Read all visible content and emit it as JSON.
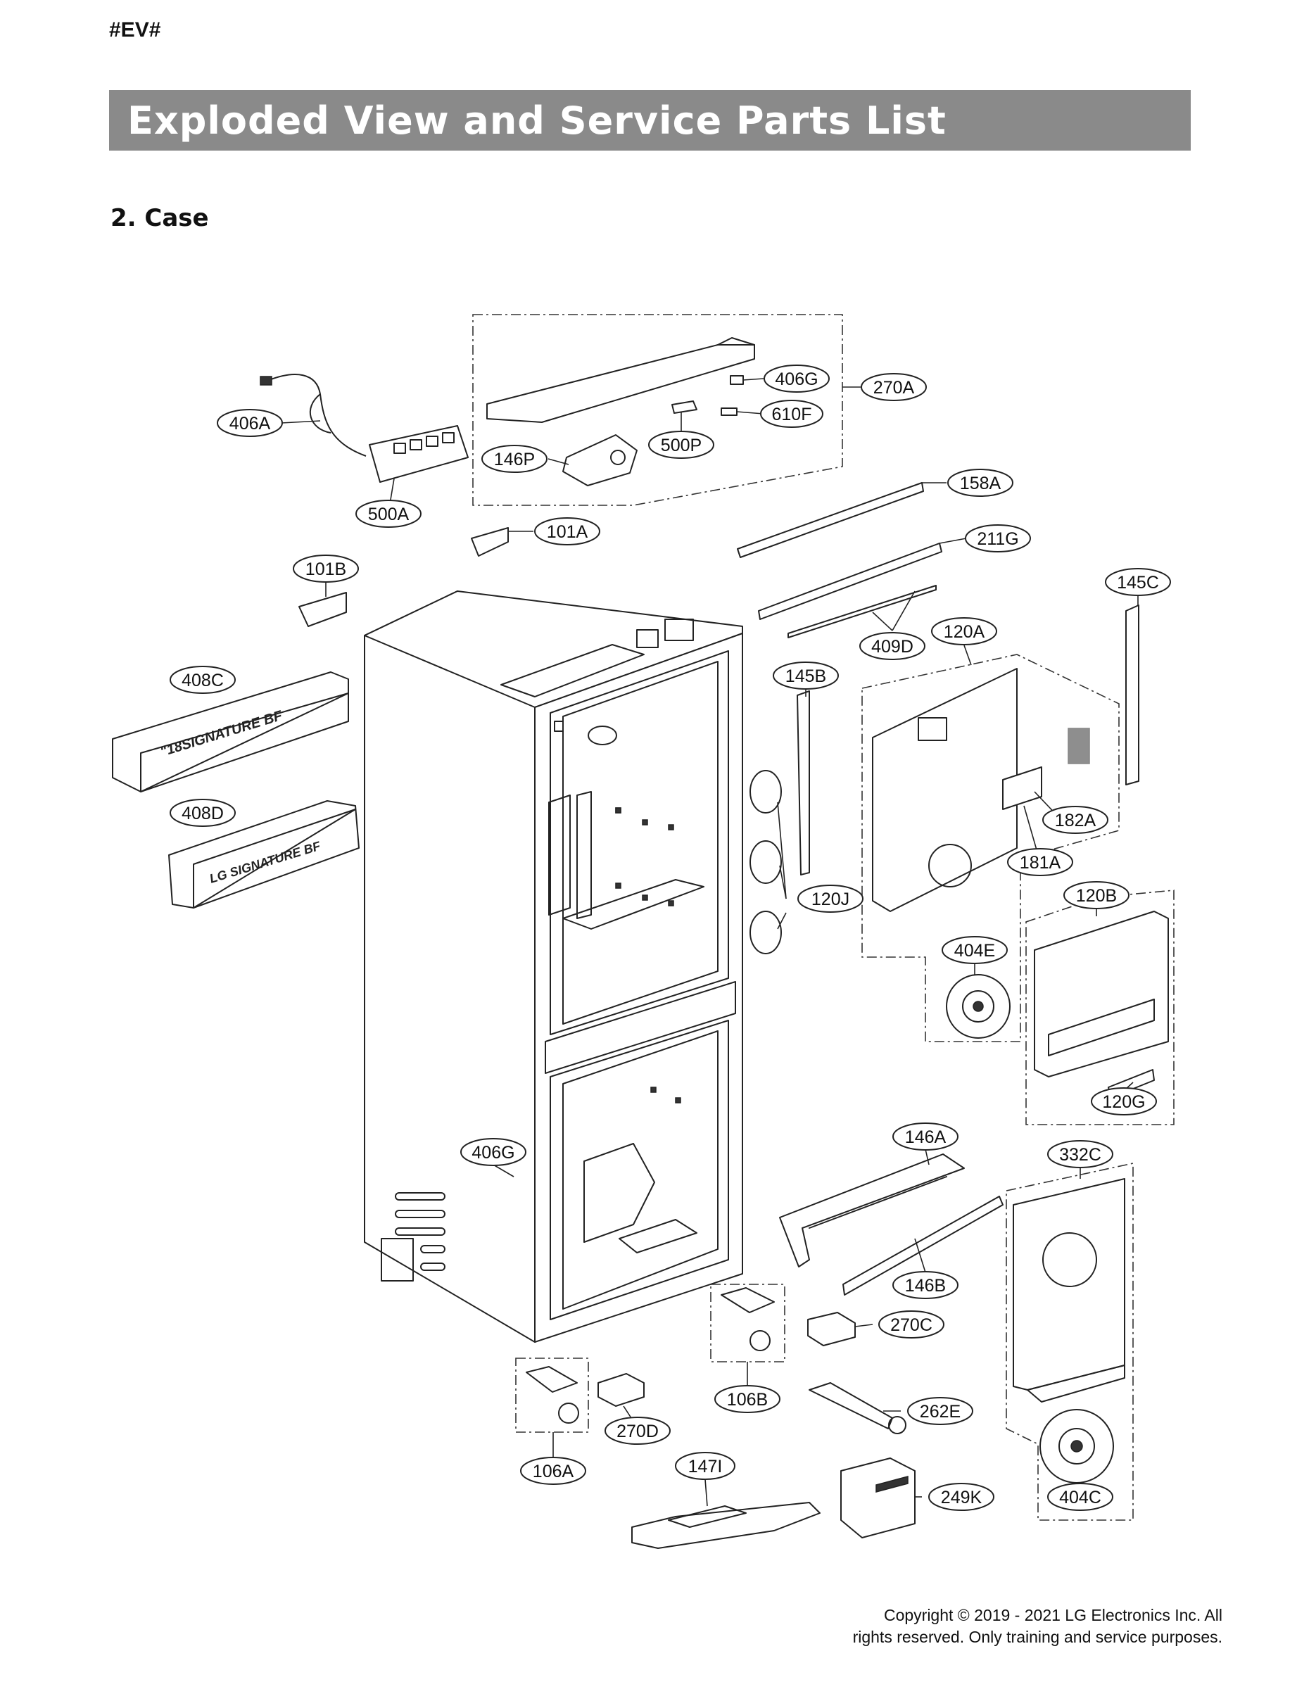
{
  "header": {
    "doc_code": "#EV#",
    "title": "Exploded View and Service Parts List",
    "section": "2. Case"
  },
  "callouts": [
    {
      "id": "c406A",
      "label": "406A"
    },
    {
      "id": "c500A",
      "label": "500A"
    },
    {
      "id": "c406G_top",
      "label": "406G"
    },
    {
      "id": "c270A",
      "label": "270A"
    },
    {
      "id": "c610F",
      "label": "610F"
    },
    {
      "id": "c500P",
      "label": "500P"
    },
    {
      "id": "c146P",
      "label": "146P"
    },
    {
      "id": "c158A",
      "label": "158A"
    },
    {
      "id": "c101A",
      "label": "101A"
    },
    {
      "id": "c211G",
      "label": "211G"
    },
    {
      "id": "c101B",
      "label": "101B"
    },
    {
      "id": "c145C",
      "label": "145C"
    },
    {
      "id": "c409D",
      "label": "409D"
    },
    {
      "id": "c120A",
      "label": "120A"
    },
    {
      "id": "c408C",
      "label": "408C"
    },
    {
      "id": "c145B",
      "label": "145B"
    },
    {
      "id": "c182A",
      "label": "182A"
    },
    {
      "id": "c408D",
      "label": "408D"
    },
    {
      "id": "c181A",
      "label": "181A"
    },
    {
      "id": "c120J",
      "label": "120J"
    },
    {
      "id": "c120B",
      "label": "120B"
    },
    {
      "id": "c404E",
      "label": "404E"
    },
    {
      "id": "c120G",
      "label": "120G"
    },
    {
      "id": "c146A",
      "label": "146A"
    },
    {
      "id": "c406G_bot",
      "label": "406G"
    },
    {
      "id": "c332C",
      "label": "332C"
    },
    {
      "id": "c146B",
      "label": "146B"
    },
    {
      "id": "c270C",
      "label": "270C"
    },
    {
      "id": "c106B",
      "label": "106B"
    },
    {
      "id": "c262E",
      "label": "262E"
    },
    {
      "id": "c270D",
      "label": "270D"
    },
    {
      "id": "c106A",
      "label": "106A"
    },
    {
      "id": "c147I",
      "label": "147I"
    },
    {
      "id": "c249K",
      "label": "249K"
    },
    {
      "id": "c404C",
      "label": "404C"
    }
  ],
  "part_text": {
    "bin_408C": "\"18SIGNATURE BF",
    "bin_408D": "LG SIGNATURE BF"
  },
  "footer": {
    "copyright_line1": "Copyright © 2019 - 2021 LG Electronics Inc. All",
    "copyright_line2": "rights reserved. Only training and service purposes."
  }
}
